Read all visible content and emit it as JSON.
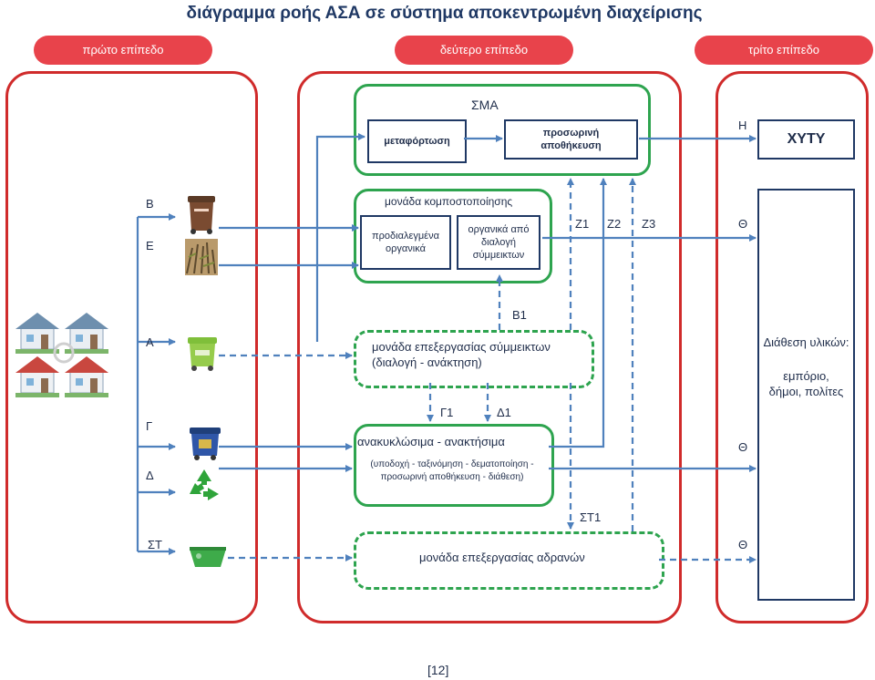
{
  "title": "διάγραμμα ροής ΑΣΑ σε σύστημα αποκεντρωμένη διαχείρισης",
  "levels": {
    "first": "πρώτο επίπεδο",
    "second": "δεύτερο επίπεδο",
    "third": "τρίτο επίπεδο"
  },
  "sma": {
    "title": "ΣΜΑ",
    "transfer": "μεταφόρτωση",
    "temp_storage": "προσωρινή αποθήκευση"
  },
  "compost": {
    "title": "μονάδα κομποστοποίησης",
    "presorted": "προδιαλεγμένα οργανικά",
    "from_mixed": "οργανικά από διαλογή σύμμεικτων"
  },
  "mixed_unit": "μονάδα επεξεργασίας σύμμεικτων (διαλογή - ανάκτηση)",
  "recycling": {
    "title": "ανακυκλώσιμα - ανακτήσιμα",
    "desc": "(υποδοχή - ταξινόμηση - δεματοποίηση - προσωρινή αποθήκευση - διάθεση)"
  },
  "inert_unit": "μονάδα επεξεργασίας αδρανών",
  "xyty": "ΧΥΤΥ",
  "disposal": {
    "title": "Διάθεση υλικών:",
    "desc": "εμπόριο, δήμοι, πολίτες"
  },
  "labels": {
    "B": "Β",
    "E": "Ε",
    "A": "Α",
    "G": "Γ",
    "D": "Δ",
    "ST": "ΣΤ",
    "H": "Η",
    "Th1": "Θ",
    "Th2": "Θ",
    "Th3": "Θ",
    "Z1": "Ζ1",
    "Z2": "Ζ2",
    "Z3": "Ζ3",
    "B1": "Β1",
    "G1": "Γ1",
    "D1": "Δ1",
    "ST1": "ΣΤ1"
  },
  "footer": "[12]",
  "colors": {
    "pill": "#e8434b",
    "panel_border": "#d02b2b",
    "green_border": "#2ea44f",
    "arrow": "#4f81bd",
    "navy": "#1f3864"
  },
  "icons": [
    "houses-icon",
    "brown-bin-icon",
    "garden-waste-icon",
    "green-bin-icon",
    "blue-bin-icon",
    "recycle-icon",
    "skip-container-icon"
  ]
}
